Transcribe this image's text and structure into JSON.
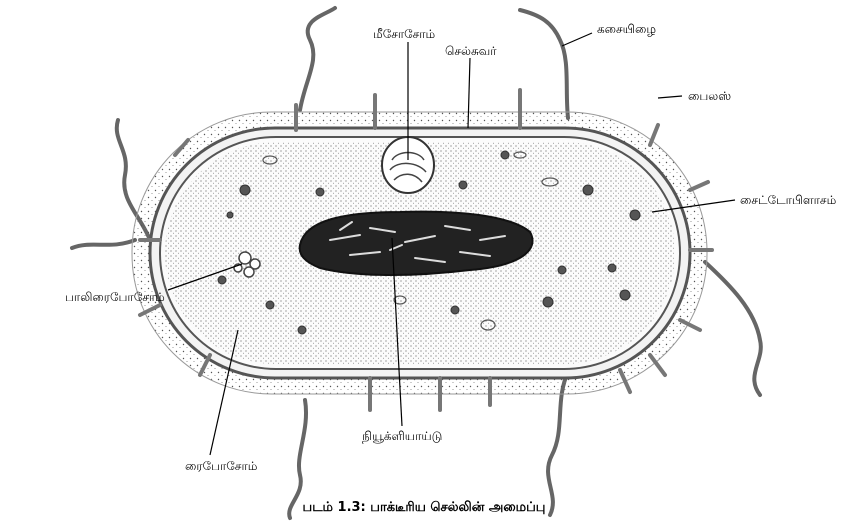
{
  "labels": {
    "mesosome": "மீசோசோம்",
    "cell_wall": "செல்சுவர்",
    "flagellum": "கசையிழை",
    "pilus": "பைலஸ்",
    "cytoplasm": "சைட்டோபிளாசம்",
    "polyribosome": "பாலிரைபோசோம்",
    "ribosome": "ரைபோசோம்",
    "nucleoid": "நியூக்ளியாய்டு"
  },
  "caption": "படம் 1.3: பாக்டீரிய செல்லின் அமைப்பு",
  "colors": {
    "ink": "#000000",
    "membrane": "#f3f3f3",
    "nucleoid": "#222222",
    "cytoplasm": "#fbfbfb"
  }
}
